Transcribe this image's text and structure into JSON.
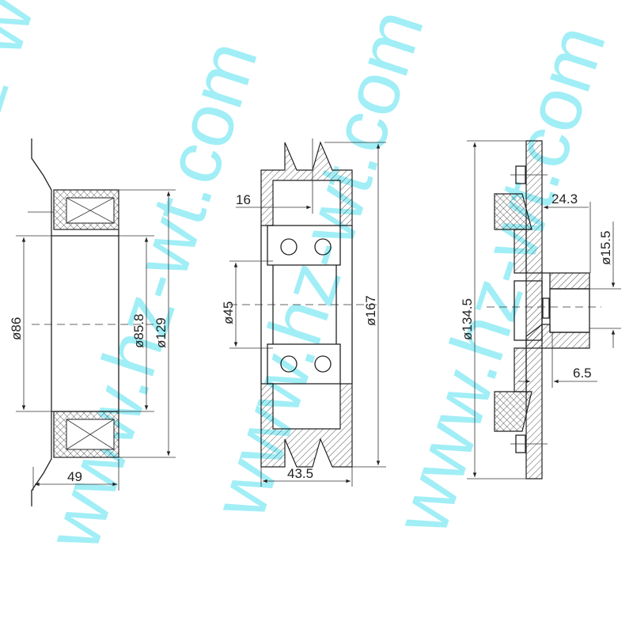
{
  "watermark": "www.hz-wt.com",
  "views": {
    "coil": {
      "width": "49",
      "inner_dia": "ø86",
      "inner_dia2": "ø85.8",
      "outer_dia": "ø129"
    },
    "pulley": {
      "offset": "16",
      "bearing_dia": "ø45",
      "outer_dia": "ø167",
      "width": "43.5"
    },
    "hub": {
      "depth": "24.3",
      "bore_dia": "ø15.5",
      "outer_dia": "ø134.5",
      "step": "6.5"
    }
  },
  "colors": {
    "line": "#222222",
    "watermark": "#6fe6f2"
  }
}
